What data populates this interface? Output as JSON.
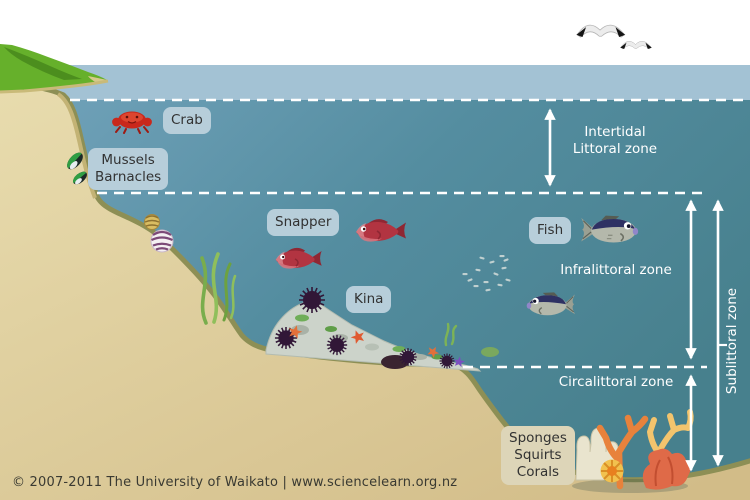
{
  "species_labels": {
    "crab": {
      "text": "Crab"
    },
    "mussels": {
      "line1": "Mussels",
      "line2": "Barnacles"
    },
    "snapper": {
      "text": "Snapper"
    },
    "fish": {
      "text": "Fish"
    },
    "kina": {
      "text": "Kina"
    },
    "sponges": {
      "line1": "Sponges",
      "line2": "Squirts",
      "line3": "Corals"
    }
  },
  "zones": {
    "intertidal": {
      "line1": "Intertidal",
      "line2": "Littoral zone"
    },
    "infralittoral": {
      "label": "Infralittoral zone"
    },
    "circalittoral": {
      "label": "Circalittoral zone"
    },
    "sublittoral": {
      "label": "Sublittoral zone"
    }
  },
  "footer": {
    "copyright": "© 2007-2011 The University of Waikato | www.sciencelearn.org.nz"
  },
  "colors": {
    "sky": "#ffffff",
    "surface_band": "#a3c2d4",
    "water_shallow": "#72a3bb",
    "water_deep": "#47808d",
    "sand_light": "#e8dcae",
    "sand_dark": "#d2bc88",
    "shore_edge": "#8d8f55",
    "headland_green": "#66b02b",
    "label_bg_water": "#b7ceda",
    "label_bg_sand": "#ddd5b8",
    "zone_text": "#ffffff",
    "arrow": "#ffffff"
  }
}
